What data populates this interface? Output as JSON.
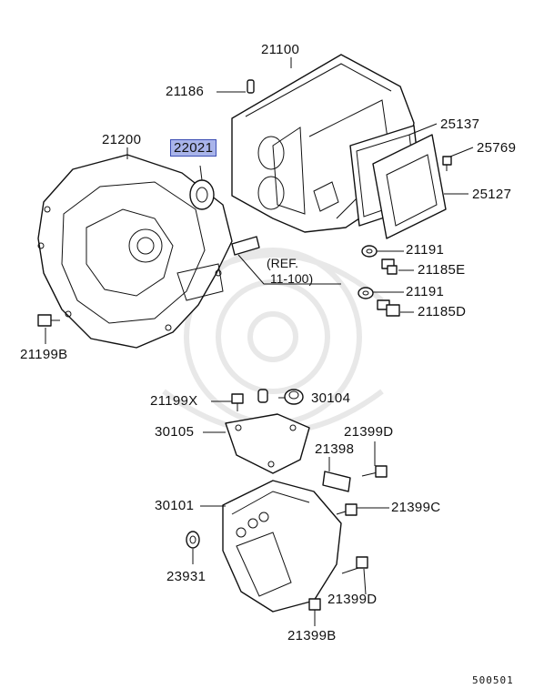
{
  "diagram": {
    "reference_label": "(REF.\n 11-100)",
    "drawing_code": "500501",
    "highlighted_part": "22021",
    "parts": [
      {
        "id": "p21100",
        "label": "21100"
      },
      {
        "id": "p21186",
        "label": "21186"
      },
      {
        "id": "p21200",
        "label": "21200"
      },
      {
        "id": "p22021",
        "label": "22021"
      },
      {
        "id": "p25137",
        "label": "25137"
      },
      {
        "id": "p25769",
        "label": "25769"
      },
      {
        "id": "p25127",
        "label": "25127"
      },
      {
        "id": "p21191a",
        "label": "21191"
      },
      {
        "id": "p21185E",
        "label": "21185E"
      },
      {
        "id": "p21191b",
        "label": "21191"
      },
      {
        "id": "p21185D",
        "label": "21185D"
      },
      {
        "id": "p21199B",
        "label": "21199B"
      },
      {
        "id": "p21199X",
        "label": "21199X"
      },
      {
        "id": "p30104",
        "label": "30104"
      },
      {
        "id": "p30105",
        "label": "30105"
      },
      {
        "id": "p21399D_top",
        "label": "21399D"
      },
      {
        "id": "p21398",
        "label": "21398"
      },
      {
        "id": "p30101",
        "label": "30101"
      },
      {
        "id": "p21399C",
        "label": "21399C"
      },
      {
        "id": "p23931",
        "label": "23931"
      },
      {
        "id": "p21399D_bot",
        "label": "21399D"
      },
      {
        "id": "p21399B",
        "label": "21399B"
      }
    ]
  }
}
